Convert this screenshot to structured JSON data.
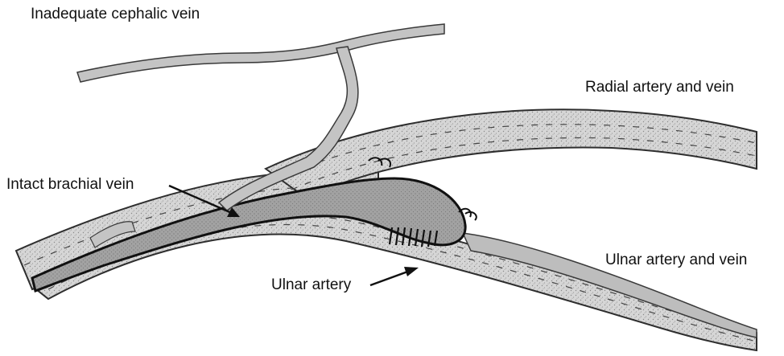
{
  "labels": {
    "cephalic": "Inadequate cephalic vein",
    "radial": "Radial artery and vein",
    "brachial": "Intact brachial vein",
    "ulnar_vein": "Ulnar artery and vein",
    "ulnar_artery": "Ulnar artery"
  },
  "colors": {
    "vessel_fill": "#c9c9c9",
    "vessel_stipple": "#d4d4d4",
    "vessel_outline": "#2e2e2e",
    "vein_fill": "#a8a8a8",
    "pouch_fill": "#9a9a9a",
    "dark_line": "#111111"
  }
}
